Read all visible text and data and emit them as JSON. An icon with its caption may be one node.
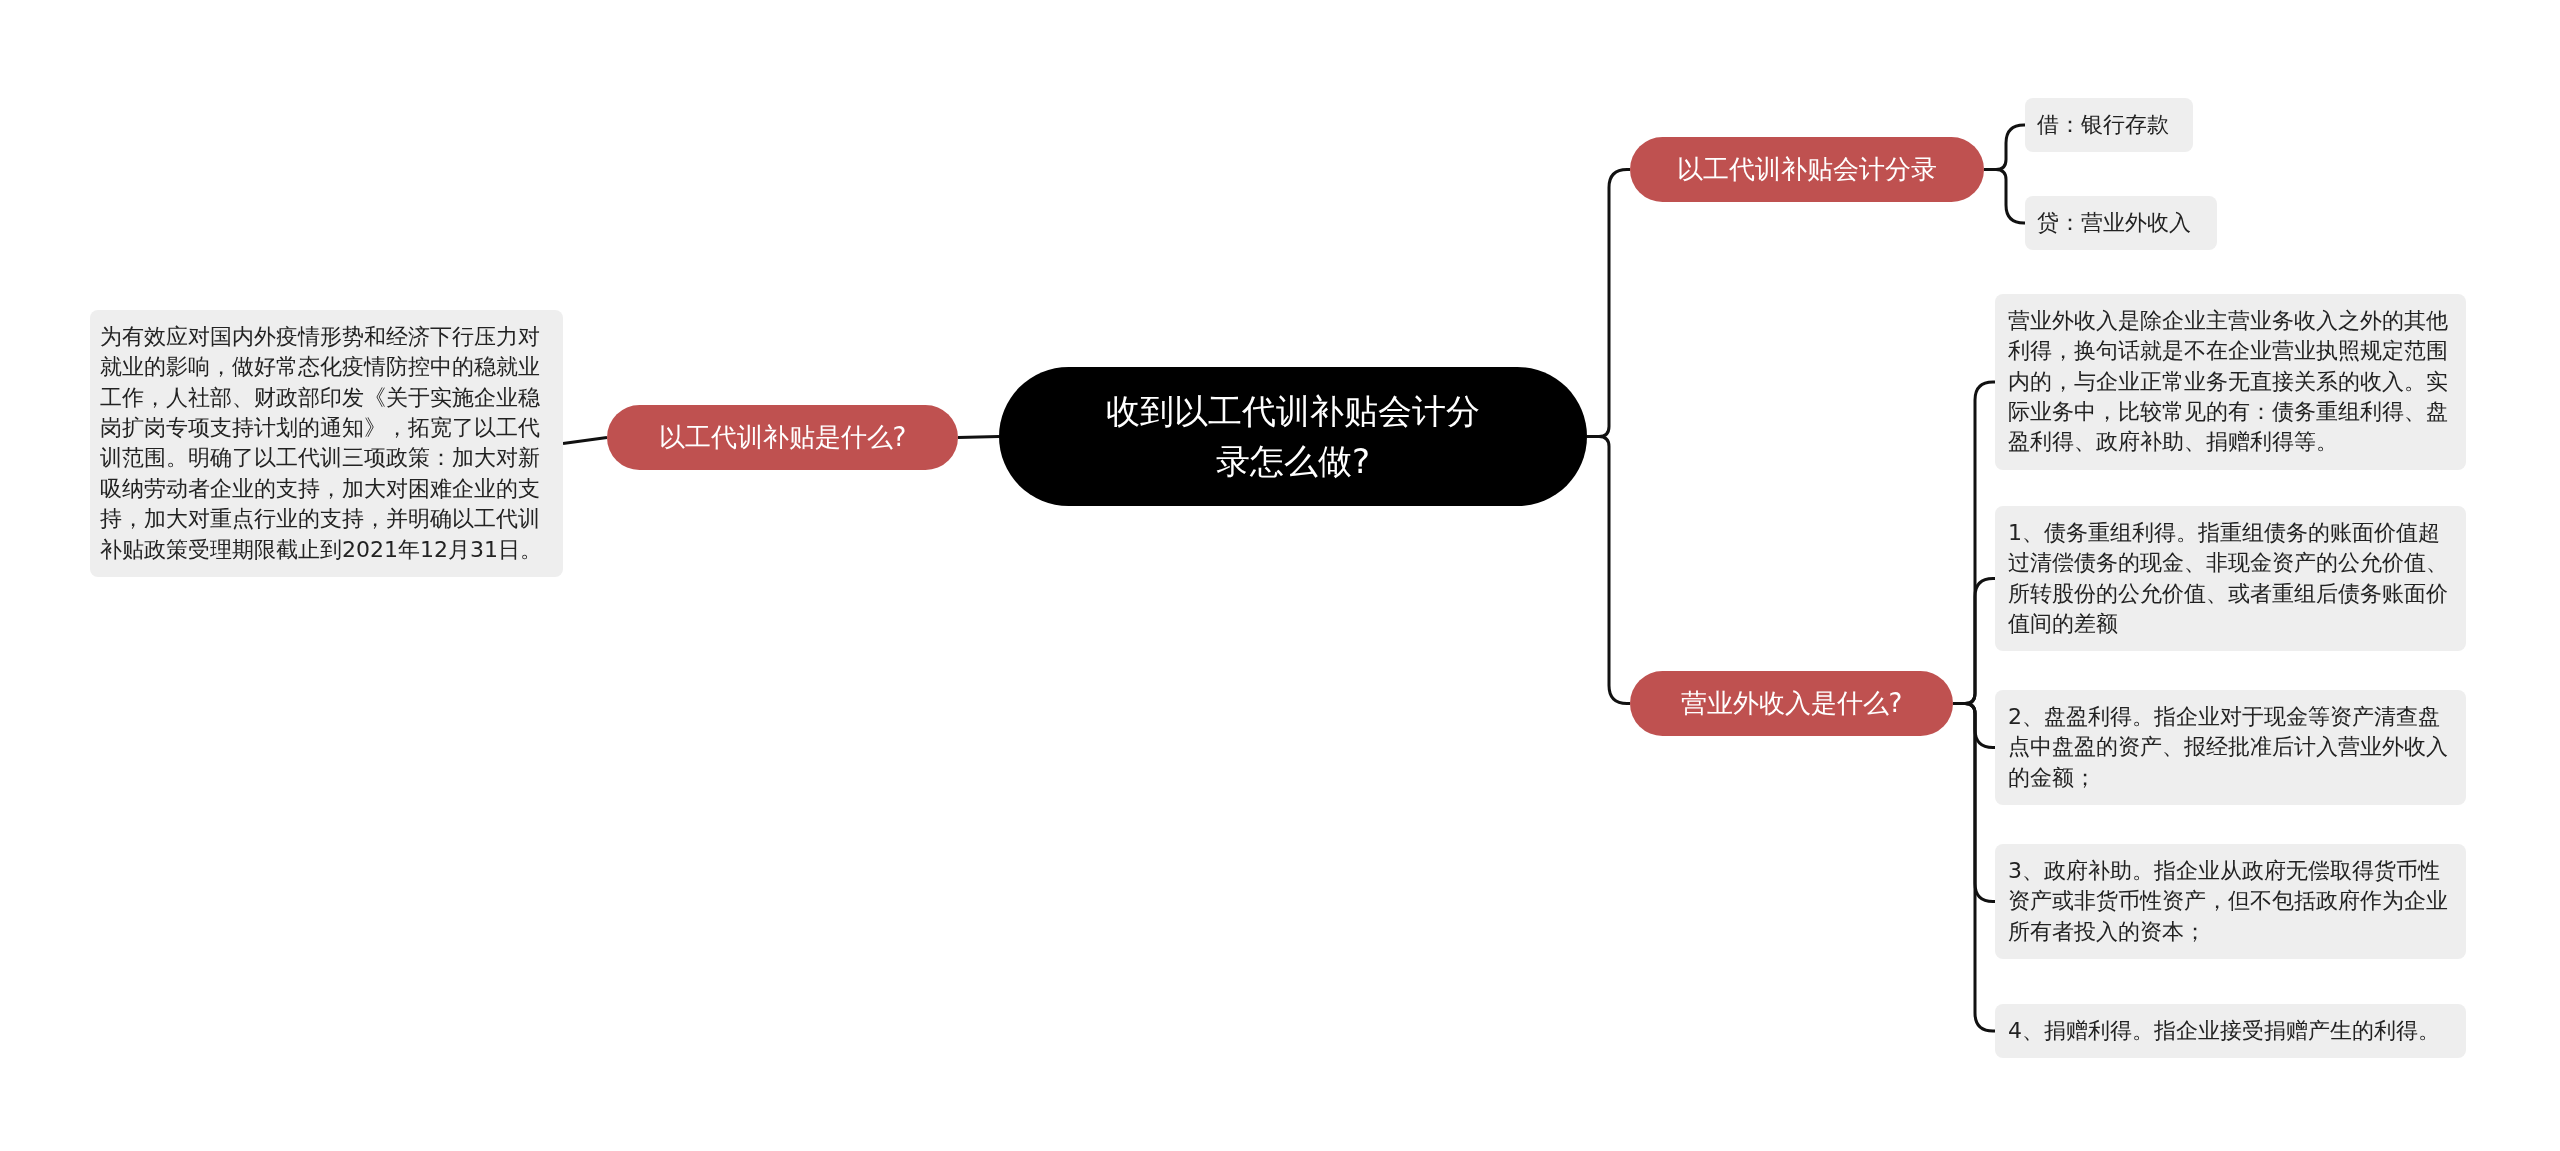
{
  "diagram": {
    "nodes": [
      {
        "text": [
          "收到以工代训补贴会计分录怎么做?"
        ]
      },
      {
        "text": [
          "以工代训补贴会计分录"
        ]
      },
      {
        "text": [
          "借：银行存款"
        ]
      },
      {
        "text": [
          "贷：营业外收入"
        ]
      },
      {
        "text": [
          "以工代训补贴是什么?"
        ]
      },
      {
        "text": [
          "为有效应对国内外疫情形势和经济下行压力对就业的影响，做好常态化疫情防控中的稳就业工作，人社部、财政部印发《关于实施企业稳岗扩岗专项支持计划的通知》，拓宽了以工代训范围。明确了以工代训三项政策：加大对新吸纳劳动者企业的支持，加大对困难企业的支持，加大对重点行业的支持，并明确以工代训补贴政策受理期限截止到2021年12月31日。"
        ]
      },
      {
        "text": [
          "营业外收入是什么?"
        ]
      },
      {
        "text": [
          "营业外收入是除企业主营业务收入之外的其他利得，换句话就是不在企业营业执照规定范围内的，与企业正常业务无直接关系的收入。实际业务中，比较常见的有：债务重组利得、盘盈利得、政府补助、捐赠利得等。"
        ]
      },
      {
        "text": [
          "1、债务重组利得。指重组债务的账面价值超过清偿债务的现金、非现金资产的公允价值、所转股份的公允价值、或者重组后债务账面价值间的差额"
        ]
      },
      {
        "text": [
          "2、盘盈利得。指企业对于现金等资产清查盘点中盘盈的资产、报经批准后计入营业外收入的金额；"
        ]
      },
      {
        "text": [
          "3、政府补助。指企业从政府无偿取得货币性资产或非货币性资产，但不包括政府作为企业所有者投入的资本；"
        ]
      },
      {
        "text": [
          "4、捐赠利得。指企业接受捐赠产生的利得。"
        ]
      }
    ],
    "edges": [
      {
        "from": 0,
        "to": 1,
        "arrow": "none"
      },
      {
        "from": 1,
        "to": 2,
        "arrow": "none"
      },
      {
        "from": 1,
        "to": 3,
        "arrow": "none"
      },
      {
        "from": 0,
        "to": 4,
        "arrow": "none"
      },
      {
        "from": 4,
        "to": 5,
        "arrow": "none"
      },
      {
        "from": 0,
        "to": 6,
        "arrow": "none"
      },
      {
        "from": 6,
        "to": 7,
        "arrow": "none"
      },
      {
        "from": 6,
        "to": 8,
        "arrow": "none"
      },
      {
        "from": 6,
        "to": 9,
        "arrow": "none"
      },
      {
        "from": 6,
        "to": 10,
        "arrow": "none"
      },
      {
        "from": 6,
        "to": 11,
        "arrow": "none"
      }
    ]
  }
}
